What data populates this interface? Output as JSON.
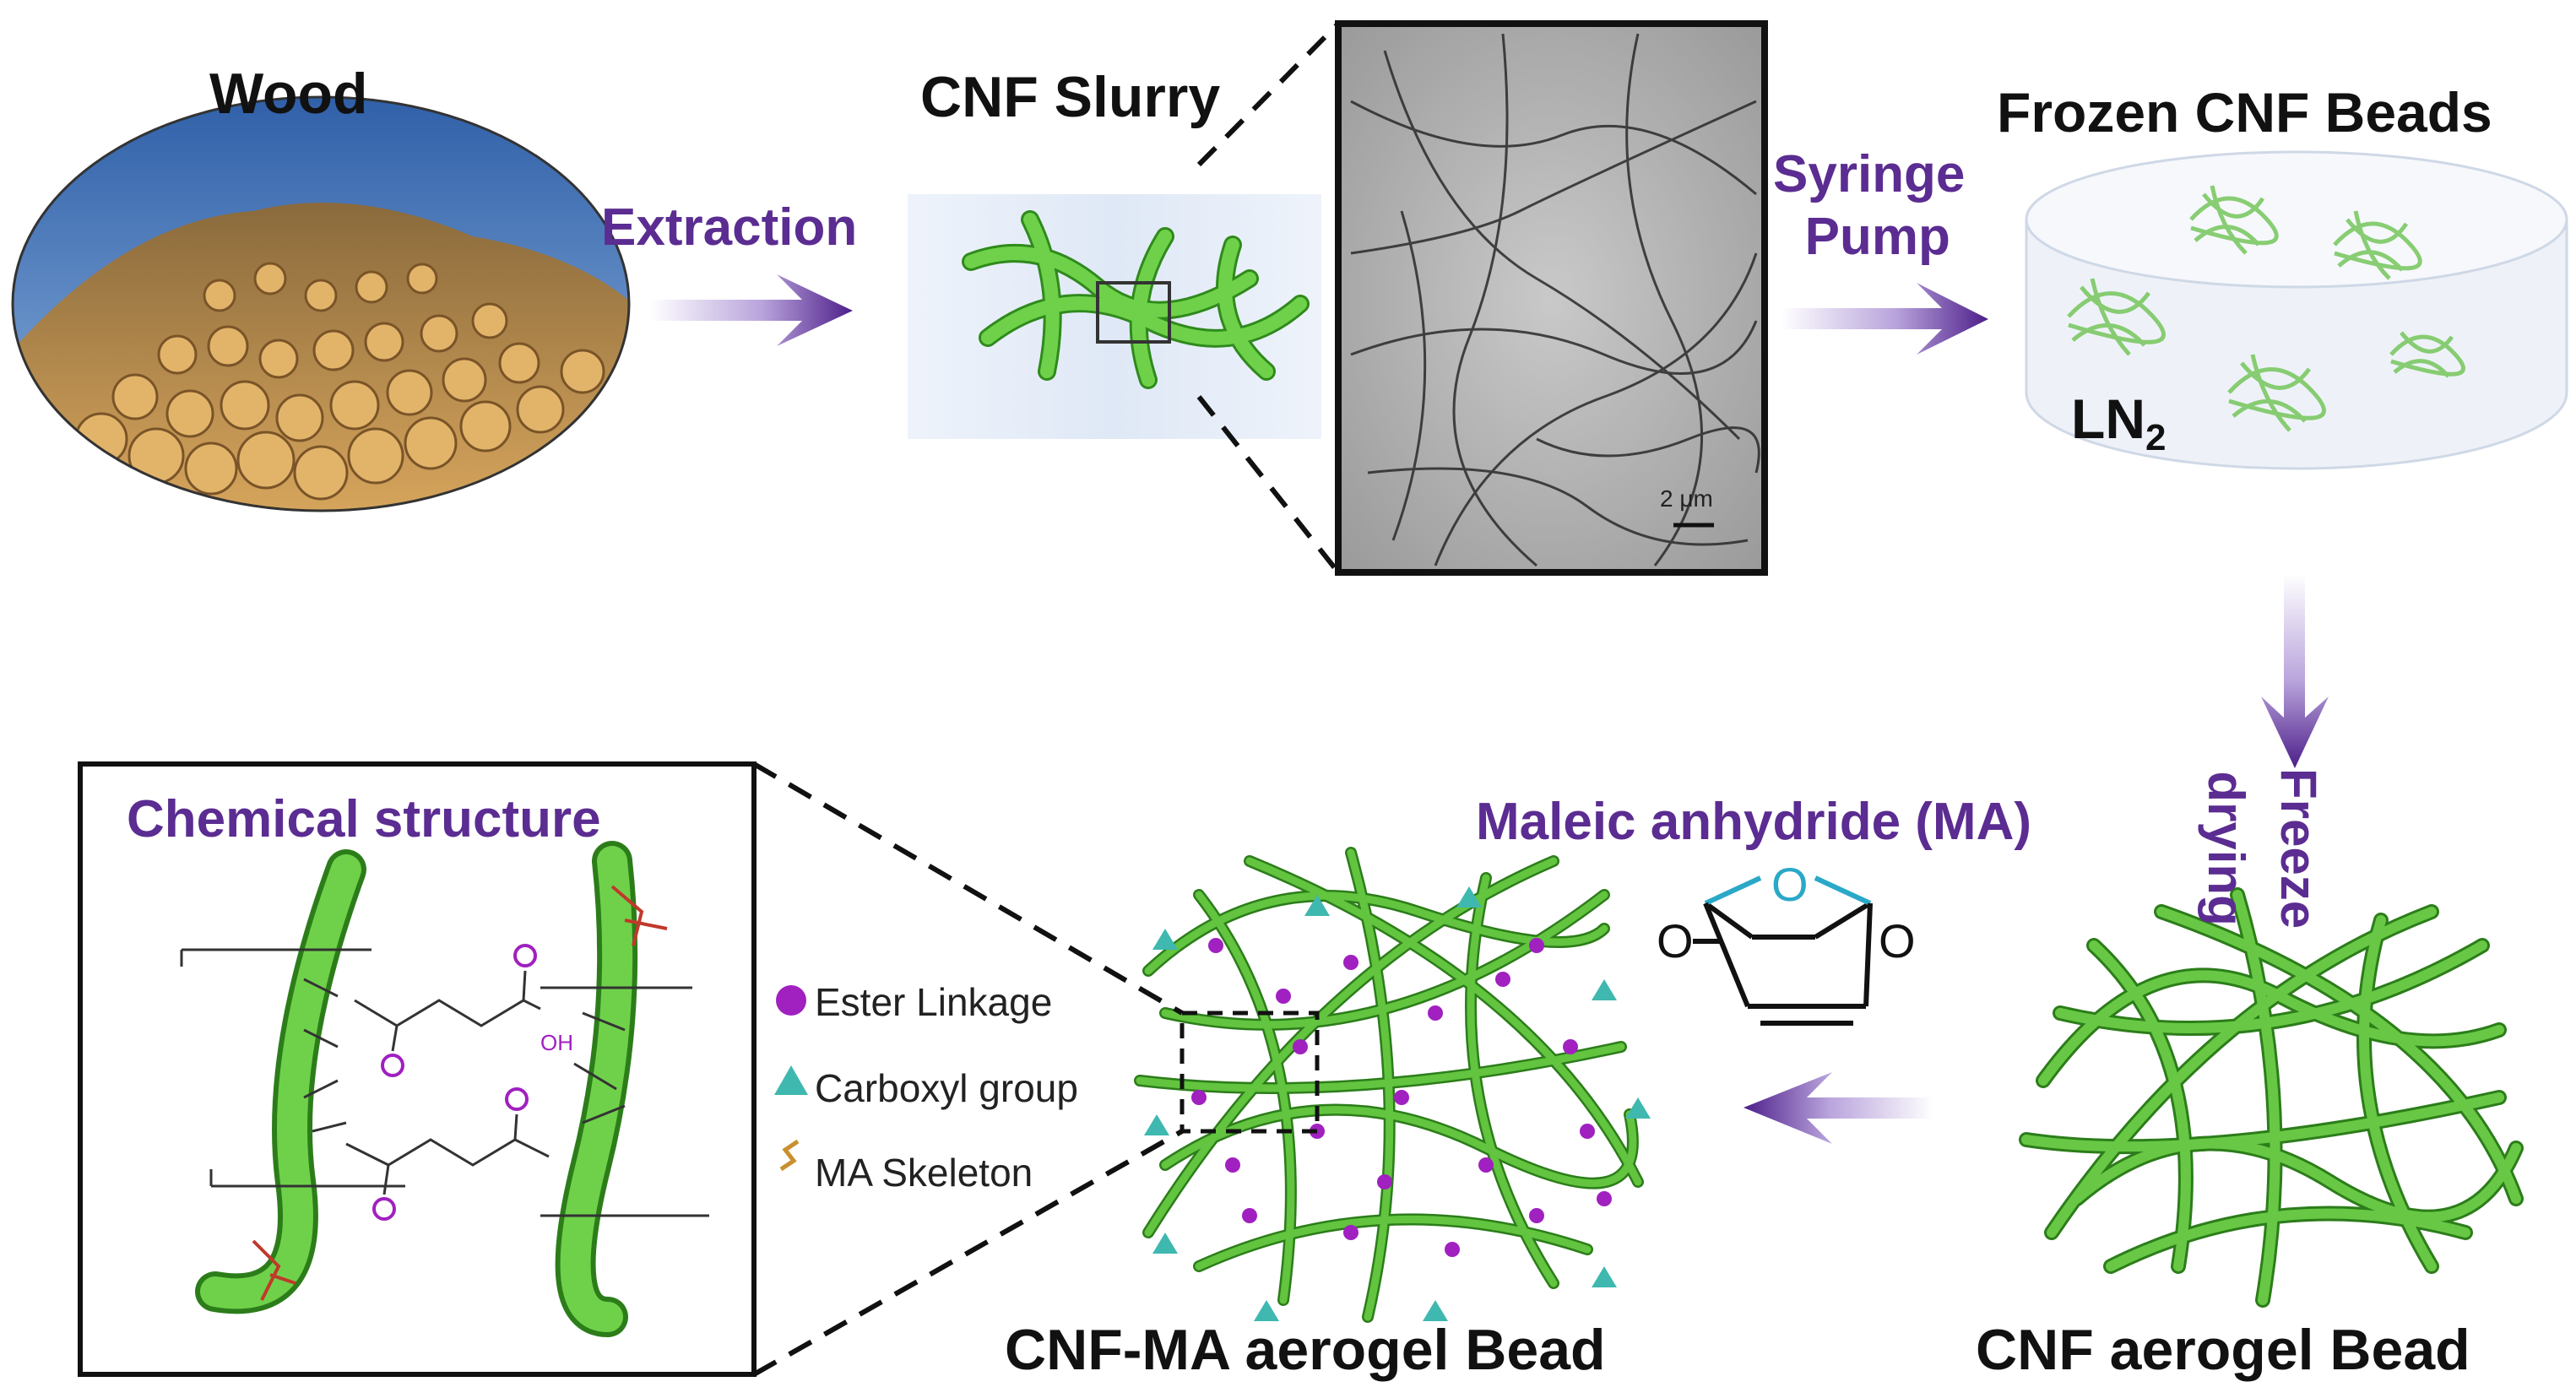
{
  "labels": {
    "wood": "Wood",
    "cnf_slurry": "CNF Slurry",
    "frozen_beads": "Frozen CNF Beads",
    "ln2_main": "LN",
    "ln2_sub": "2",
    "scale_bar": "2 μm",
    "cnf_aerogel": "CNF aerogel Bead",
    "cnf_ma_aerogel": "CNF-MA aerogel Bead",
    "chemical_structure": "Chemical structure"
  },
  "steps": {
    "extraction": "Extraction",
    "syringe_line1": "Syringe",
    "syringe_line2": "Pump",
    "freeze_line1": "Freeze",
    "freeze_line2": "drying",
    "ma": "Maleic anhydride (MA)"
  },
  "legend": {
    "ester": "Ester Linkage",
    "carboxyl": "Carboxyl group",
    "skeleton": "MA Skeleton"
  },
  "molecule": {
    "o1": "O",
    "o2": "O",
    "o3": "O",
    "oh": "OH"
  },
  "colors": {
    "purple_text": "#5b2c91",
    "arrow": "#5b2c91",
    "fiber": "#5ec23a",
    "fiber_dark": "#2f8a1c",
    "ester": "#a020c0",
    "carboxyl": "#3fb8b0",
    "oxygen_cyan": "#2aa8c8"
  }
}
